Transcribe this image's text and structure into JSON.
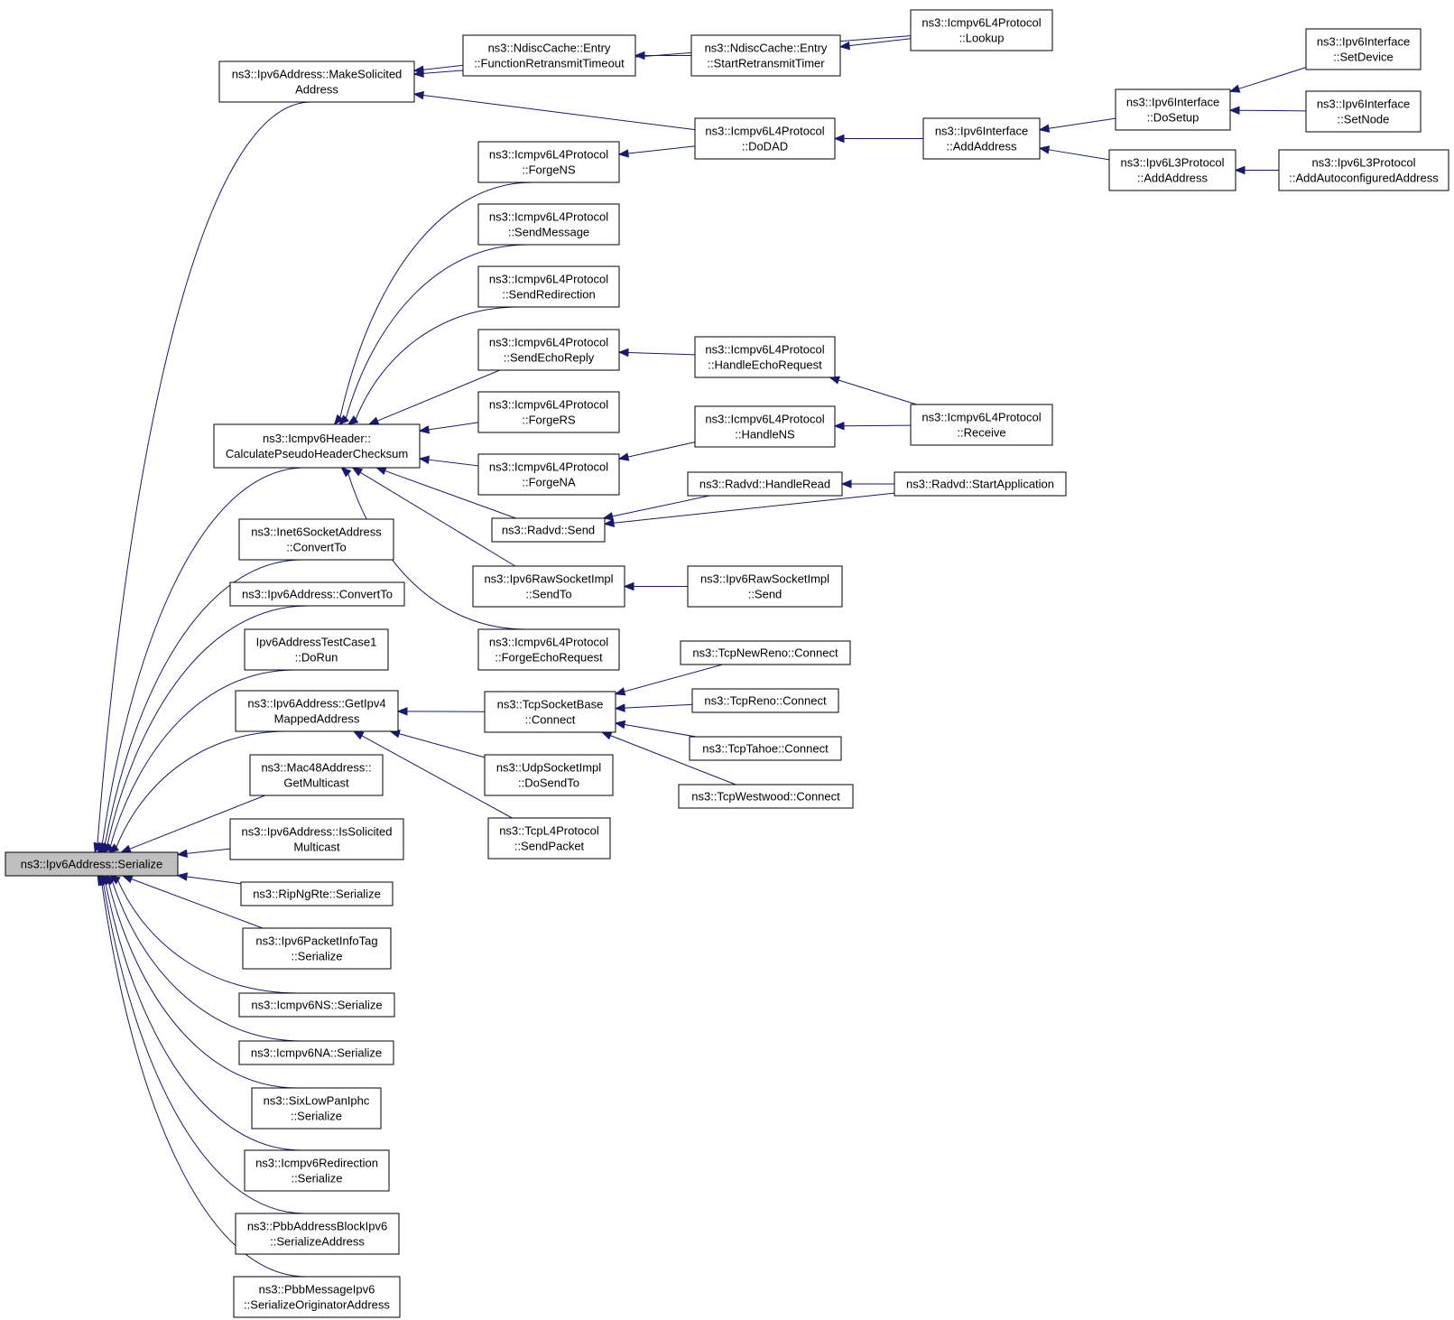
{
  "graph": {
    "title": "",
    "colors": {
      "edge": "#191970",
      "node_border": "#000000",
      "node_fill": "#ffffff",
      "root_fill": "#bfbfbf"
    },
    "nodes": [
      {
        "id": "serialize",
        "lines": [
          "ns3::Ipv6Address::Serialize"
        ],
        "root": true
      },
      {
        "id": "makeSolicited",
        "lines": [
          "ns3::Ipv6Address::MakeSolicited",
          "Address"
        ]
      },
      {
        "id": "calcPseudo",
        "lines": [
          "ns3::Icmpv6Header::",
          "CalculatePseudoHeaderChecksum"
        ]
      },
      {
        "id": "inet6ConvertTo",
        "lines": [
          "ns3::Inet6SocketAddress",
          "::ConvertTo"
        ]
      },
      {
        "id": "ipv6ConvertTo",
        "lines": [
          "ns3::Ipv6Address::ConvertTo"
        ]
      },
      {
        "id": "testCaseDoRun",
        "lines": [
          "Ipv6AddressTestCase1",
          "::DoRun"
        ]
      },
      {
        "id": "getIpv4Mapped",
        "lines": [
          "ns3::Ipv6Address::GetIpv4",
          "MappedAddress"
        ]
      },
      {
        "id": "mac48GetMulticast",
        "lines": [
          "ns3::Mac48Address::",
          "GetMulticast"
        ]
      },
      {
        "id": "isSolicited",
        "lines": [
          "ns3::Ipv6Address::IsSolicited",
          "Multicast"
        ]
      },
      {
        "id": "ripNgRte",
        "lines": [
          "ns3::RipNgRte::Serialize"
        ]
      },
      {
        "id": "pktInfoTag",
        "lines": [
          "ns3::Ipv6PacketInfoTag",
          "::Serialize"
        ]
      },
      {
        "id": "icmpNS",
        "lines": [
          "ns3::Icmpv6NS::Serialize"
        ]
      },
      {
        "id": "icmpNA",
        "lines": [
          "ns3::Icmpv6NA::Serialize"
        ]
      },
      {
        "id": "sixLowPan",
        "lines": [
          "ns3::SixLowPanIphc",
          "::Serialize"
        ]
      },
      {
        "id": "icmpRedirection",
        "lines": [
          "ns3::Icmpv6Redirection",
          "::Serialize"
        ]
      },
      {
        "id": "pbbAddrBlock",
        "lines": [
          "ns3::PbbAddressBlockIpv6",
          "::SerializeAddress"
        ]
      },
      {
        "id": "pbbMessage",
        "lines": [
          "ns3::PbbMessageIpv6",
          "::SerializeOriginatorAddress"
        ]
      },
      {
        "id": "ndiscFuncRetransmit",
        "lines": [
          "ns3::NdiscCache::Entry",
          "::FunctionRetransmitTimeout"
        ]
      },
      {
        "id": "ndiscStartRetransmit",
        "lines": [
          "ns3::NdiscCache::Entry",
          "::StartRetransmitTimer"
        ]
      },
      {
        "id": "lookup",
        "lines": [
          "ns3::Icmpv6L4Protocol",
          "::Lookup"
        ]
      },
      {
        "id": "doDAD",
        "lines": [
          "ns3::Icmpv6L4Protocol",
          "::DoDAD"
        ]
      },
      {
        "id": "forgeNS",
        "lines": [
          "ns3::Icmpv6L4Protocol",
          "::ForgeNS"
        ]
      },
      {
        "id": "sendMessage",
        "lines": [
          "ns3::Icmpv6L4Protocol",
          "::SendMessage"
        ]
      },
      {
        "id": "sendRedirection",
        "lines": [
          "ns3::Icmpv6L4Protocol",
          "::SendRedirection"
        ]
      },
      {
        "id": "sendEchoReply",
        "lines": [
          "ns3::Icmpv6L4Protocol",
          "::SendEchoReply"
        ]
      },
      {
        "id": "forgeRS",
        "lines": [
          "ns3::Icmpv6L4Protocol",
          "::ForgeRS"
        ]
      },
      {
        "id": "forgeNA",
        "lines": [
          "ns3::Icmpv6L4Protocol",
          "::ForgeNA"
        ]
      },
      {
        "id": "radvdSend",
        "lines": [
          "ns3::Radvd::Send"
        ]
      },
      {
        "id": "rawSendTo",
        "lines": [
          "ns3::Ipv6RawSocketImpl",
          "::SendTo"
        ]
      },
      {
        "id": "forgeEchoRequest",
        "lines": [
          "ns3::Icmpv6L4Protocol",
          "::ForgeEchoRequest"
        ]
      },
      {
        "id": "handleEchoRequest",
        "lines": [
          "ns3::Icmpv6L4Protocol",
          "::HandleEchoRequest"
        ]
      },
      {
        "id": "handleNS",
        "lines": [
          "ns3::Icmpv6L4Protocol",
          "::HandleNS"
        ]
      },
      {
        "id": "receive",
        "lines": [
          "ns3::Icmpv6L4Protocol",
          "::Receive"
        ]
      },
      {
        "id": "radvdHandleRead",
        "lines": [
          "ns3::Radvd::HandleRead"
        ]
      },
      {
        "id": "radvdStartApp",
        "lines": [
          "ns3::Radvd::StartApplication"
        ]
      },
      {
        "id": "rawSend",
        "lines": [
          "ns3::Ipv6RawSocketImpl",
          "::Send"
        ]
      },
      {
        "id": "ifaceAddAddress",
        "lines": [
          "ns3::Ipv6Interface",
          "::AddAddress"
        ]
      },
      {
        "id": "ifaceDoSetup",
        "lines": [
          "ns3::Ipv6Interface",
          "::DoSetup"
        ]
      },
      {
        "id": "l3AddAddress",
        "lines": [
          "ns3::Ipv6L3Protocol",
          "::AddAddress"
        ]
      },
      {
        "id": "ifaceSetDevice",
        "lines": [
          "ns3::Ipv6Interface",
          "::SetDevice"
        ]
      },
      {
        "id": "ifaceSetNode",
        "lines": [
          "ns3::Ipv6Interface",
          "::SetNode"
        ]
      },
      {
        "id": "addAutoconf",
        "lines": [
          "ns3::Ipv6L3Protocol",
          "::AddAutoconfiguredAddress"
        ]
      },
      {
        "id": "tcpSocketConnect",
        "lines": [
          "ns3::TcpSocketBase",
          "::Connect"
        ]
      },
      {
        "id": "udpDoSendTo",
        "lines": [
          "ns3::UdpSocketImpl",
          "::DoSendTo"
        ]
      },
      {
        "id": "tcpL4SendPacket",
        "lines": [
          "ns3::TcpL4Protocol",
          "::SendPacket"
        ]
      },
      {
        "id": "tcpNewReno",
        "lines": [
          "ns3::TcpNewReno::Connect"
        ]
      },
      {
        "id": "tcpReno",
        "lines": [
          "ns3::TcpReno::Connect"
        ]
      },
      {
        "id": "tcpTahoe",
        "lines": [
          "ns3::TcpTahoe::Connect"
        ]
      },
      {
        "id": "tcpWestwood",
        "lines": [
          "ns3::TcpWestwood::Connect"
        ]
      }
    ],
    "edges": [
      [
        "makeSolicited",
        "serialize"
      ],
      [
        "calcPseudo",
        "serialize"
      ],
      [
        "inet6ConvertTo",
        "serialize"
      ],
      [
        "ipv6ConvertTo",
        "serialize"
      ],
      [
        "testCaseDoRun",
        "serialize"
      ],
      [
        "getIpv4Mapped",
        "serialize"
      ],
      [
        "mac48GetMulticast",
        "serialize"
      ],
      [
        "isSolicited",
        "serialize"
      ],
      [
        "ripNgRte",
        "serialize"
      ],
      [
        "pktInfoTag",
        "serialize"
      ],
      [
        "icmpNS",
        "serialize"
      ],
      [
        "icmpNA",
        "serialize"
      ],
      [
        "sixLowPan",
        "serialize"
      ],
      [
        "icmpRedirection",
        "serialize"
      ],
      [
        "pbbAddrBlock",
        "serialize"
      ],
      [
        "pbbMessage",
        "serialize"
      ],
      [
        "ndiscFuncRetransmit",
        "makeSolicited"
      ],
      [
        "doDAD",
        "makeSolicited"
      ],
      [
        "lookup",
        "makeSolicited"
      ],
      [
        "ndiscStartRetransmit",
        "ndiscFuncRetransmit"
      ],
      [
        "lookup",
        "ndiscStartRetransmit"
      ],
      [
        "ifaceAddAddress",
        "doDAD"
      ],
      [
        "ifaceDoSetup",
        "ifaceAddAddress"
      ],
      [
        "l3AddAddress",
        "ifaceAddAddress"
      ],
      [
        "ifaceSetDevice",
        "ifaceDoSetup"
      ],
      [
        "ifaceSetNode",
        "ifaceDoSetup"
      ],
      [
        "addAutoconf",
        "l3AddAddress"
      ],
      [
        "doDAD",
        "forgeNS"
      ],
      [
        "forgeNS",
        "calcPseudo"
      ],
      [
        "sendMessage",
        "calcPseudo"
      ],
      [
        "sendRedirection",
        "calcPseudo"
      ],
      [
        "sendEchoReply",
        "calcPseudo"
      ],
      [
        "forgeRS",
        "calcPseudo"
      ],
      [
        "forgeNA",
        "calcPseudo"
      ],
      [
        "radvdSend",
        "calcPseudo"
      ],
      [
        "rawSendTo",
        "calcPseudo"
      ],
      [
        "forgeEchoRequest",
        "calcPseudo"
      ],
      [
        "handleEchoRequest",
        "sendEchoReply"
      ],
      [
        "receive",
        "handleEchoRequest"
      ],
      [
        "handleNS",
        "forgeNA"
      ],
      [
        "receive",
        "handleNS"
      ],
      [
        "radvdHandleRead",
        "radvdSend"
      ],
      [
        "radvdStartApp",
        "radvdSend"
      ],
      [
        "radvdStartApp",
        "radvdHandleRead"
      ],
      [
        "rawSend",
        "rawSendTo"
      ],
      [
        "tcpSocketConnect",
        "getIpv4Mapped"
      ],
      [
        "udpDoSendTo",
        "getIpv4Mapped"
      ],
      [
        "tcpL4SendPacket",
        "getIpv4Mapped"
      ],
      [
        "tcpNewReno",
        "tcpSocketConnect"
      ],
      [
        "tcpReno",
        "tcpSocketConnect"
      ],
      [
        "tcpTahoe",
        "tcpSocketConnect"
      ],
      [
        "tcpWestwood",
        "tcpSocketConnect"
      ]
    ]
  }
}
